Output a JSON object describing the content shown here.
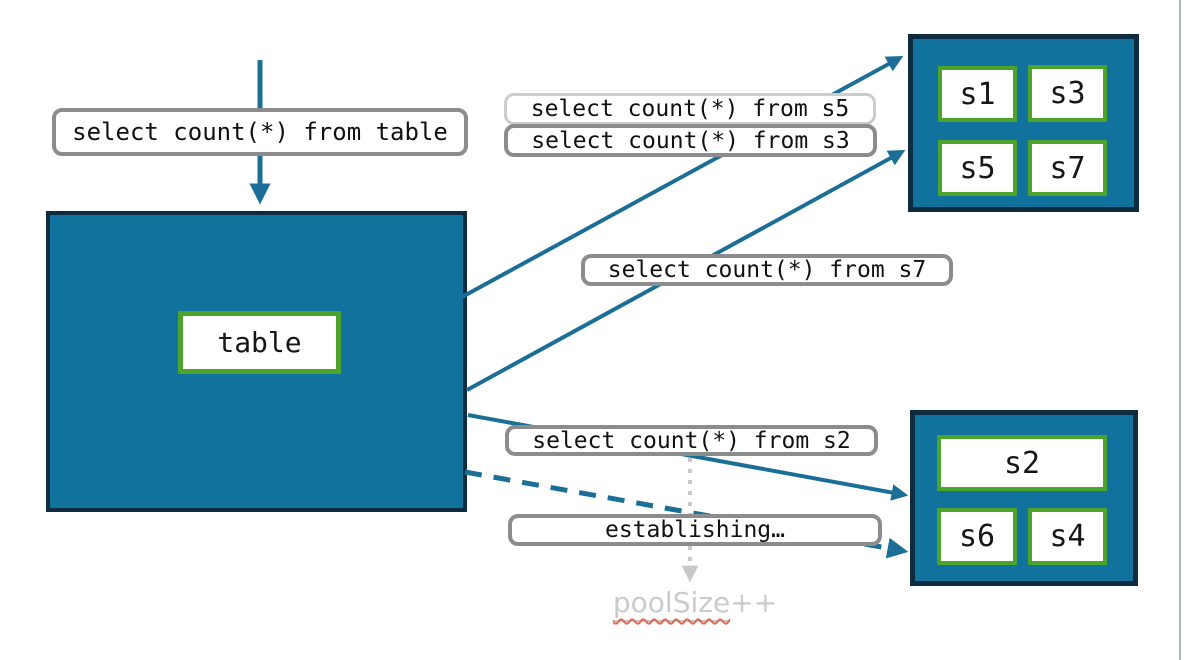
{
  "diagram": {
    "title_hint": "query fan-out to shards",
    "colors": {
      "box_fill": "#11739D",
      "box_border": "#0D2C3F",
      "shard_border": "#4DA42C",
      "arrow": "#1B6F97",
      "label_border": "#8C8C8C",
      "label_border_light": "#CCCCCC",
      "pool_text": "#C9CBCD",
      "squiggle_red": "#E06A55"
    },
    "queries": {
      "table": "select count(*) from table",
      "s5": "select count(*) from s5",
      "s3": "select count(*) from s3",
      "s7": "select count(*) from s7",
      "s2": "select count(*) from s2",
      "establishing": "establishing…"
    },
    "table_node": "table",
    "shards": {
      "top": [
        "s1",
        "s3",
        "s5",
        "s7"
      ],
      "bottom_wide": "s2",
      "bottom": [
        "s6",
        "s4"
      ]
    },
    "pool_note": {
      "underlined": "poolSize",
      "suffix": "++"
    }
  }
}
